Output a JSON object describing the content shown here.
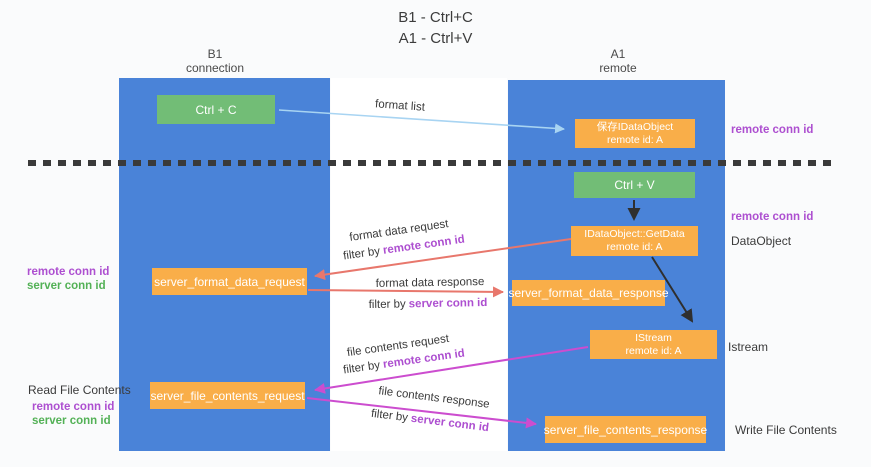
{
  "title": {
    "line1": "B1 - Ctrl+C",
    "line2": "A1 - Ctrl+V"
  },
  "columns": {
    "left": {
      "name": "B1",
      "role": "connection"
    },
    "right": {
      "name": "A1",
      "role": "remote"
    }
  },
  "boxes": {
    "ctrl_c": "Ctrl + C",
    "ctrl_v": "Ctrl + V",
    "save_dataobject": {
      "line1": "保存IDataObject",
      "line2": "remote id: A"
    },
    "getdata": {
      "line1": "IDataObject::GetData",
      "line2": "remote id: A"
    },
    "istream": {
      "line1": "IStream",
      "line2": "remote id: A"
    },
    "server_format_data_request": "server_format_data_request",
    "server_format_data_response": "server_format_data_response",
    "server_file_contents_request": "server_file_contents_request",
    "server_file_contents_response": "server_file_contents_response"
  },
  "arrow_labels": {
    "format_list": "format list",
    "format_data_request": "format data request",
    "format_data_response": "format data response",
    "file_contents_request": "file contents request",
    "file_contents_response": "file contents response",
    "filter_by": "filter by"
  },
  "side_labels": {
    "remote_conn_id": "remote conn id",
    "server_conn_id": "server conn id",
    "dataobject": "DataObject",
    "istream": "Istream",
    "read_file_contents": "Read File Contents",
    "write_file_contents": "Write File Contents"
  },
  "colors": {
    "lane_blue": "#4a83d8",
    "box_green": "#72bd76",
    "box_orange": "#f9ae49",
    "purple_text": "#ad4fd0",
    "green_text": "#53b156",
    "red_arrow": "#e8776c",
    "magenta_arrow": "#cc4dcf",
    "lightblue_arrow": "#a8d4f2",
    "black_arrow": "#2f2f2f"
  }
}
